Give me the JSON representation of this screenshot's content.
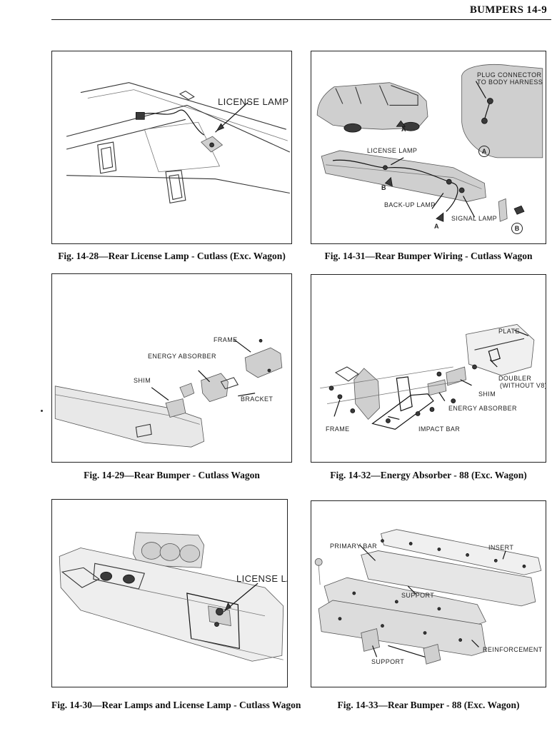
{
  "header": {
    "title": "BUMPERS  14-9"
  },
  "figures": [
    {
      "caption": "Fig. 14-28—Rear License Lamp - Cutlass (Exc. Wagon)",
      "labels": {
        "license_lamp": "LICENSE LAMP"
      }
    },
    {
      "caption": "Fig. 14-31—Rear Bumper Wiring - Cutlass Wagon",
      "labels": {
        "plug_connector": "PLUG CONNECTOR",
        "to_body_harness": "TO BODY HARNESS",
        "license_lamp": "LICENSE LAMP",
        "back_up_lamp": "BACK-UP LAMP",
        "signal_lamp": "SIGNAL LAMP",
        "callout_a": "A",
        "callout_b": "B",
        "arrow_a1": "A",
        "arrow_a2": "A",
        "arrow_b": "B"
      }
    },
    {
      "caption": "Fig. 14-29—Rear Bumper - Cutlass Wagon",
      "labels": {
        "frame": "FRAME",
        "energy_absorber": "ENERGY ABSORBER",
        "shim": "SHIM",
        "bracket": "BRACKET"
      }
    },
    {
      "caption": "Fig. 14-32—Energy Absorber - 88 (Exc. Wagon)",
      "labels": {
        "plate": "PLATE",
        "doubler": "DOUBLER",
        "without_v8": "(WITHOUT V8)",
        "shim": "SHIM",
        "energy_absorber": "ENERGY ABSORBER",
        "frame": "FRAME",
        "impact_bar": "IMPACT BAR"
      }
    },
    {
      "caption": "Fig. 14-30—Rear Lamps and License Lamp - Cutlass Wagon",
      "labels": {
        "license_lamp": "LICENSE LAMP"
      }
    },
    {
      "caption": "Fig. 14-33—Rear Bumper - 88 (Exc. Wagon)",
      "labels": {
        "primary_bar": "PRIMARY BAR",
        "insert": "INSERT",
        "support_upper": "SUPPORT",
        "reinforcement": "REINFORCEMENT",
        "support_lower": "SUPPORT"
      }
    }
  ]
}
